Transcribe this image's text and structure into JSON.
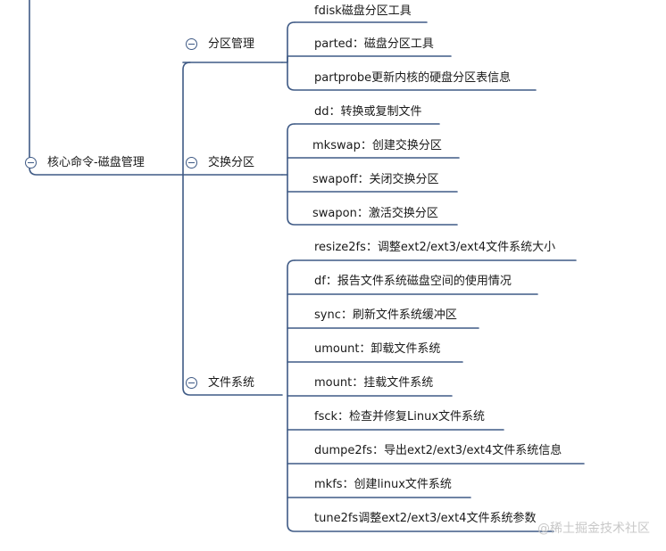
{
  "root": {
    "label": "核心命令-磁盘管理"
  },
  "branches": {
    "partition": {
      "label": "分区管理",
      "items": [
        "fdisk磁盘分区工具",
        "parted：磁盘分区工具",
        "partprobe更新内核的硬盘分区表信息"
      ]
    },
    "swap": {
      "label": "交换分区",
      "items": [
        "dd：转换或复制文件",
        "mkswap：创建交换分区",
        "swapoff：关闭交换分区",
        "swapon：激活交换分区"
      ]
    },
    "fs": {
      "label": "文件系统",
      "items": [
        "resize2fs：调整ext2/ext3/ext4文件系统大小",
        "df：报告文件系统磁盘空间的使用情况",
        "sync：刷新文件系统缓冲区",
        " umount：卸载文件系统",
        "mount：挂载文件系统",
        "fsck：检查并修复Linux文件系统",
        "dumpe2fs：导出ext2/ext3/ext4文件系统信息",
        "mkfs：创建linux文件系统",
        "tune2fs调整ext2/ext3/ext4文件系统参数"
      ]
    }
  },
  "watermark": "@稀土掘金技术社区",
  "colors": {
    "line": "#3f5a85",
    "toggle": "#3f5a85"
  }
}
